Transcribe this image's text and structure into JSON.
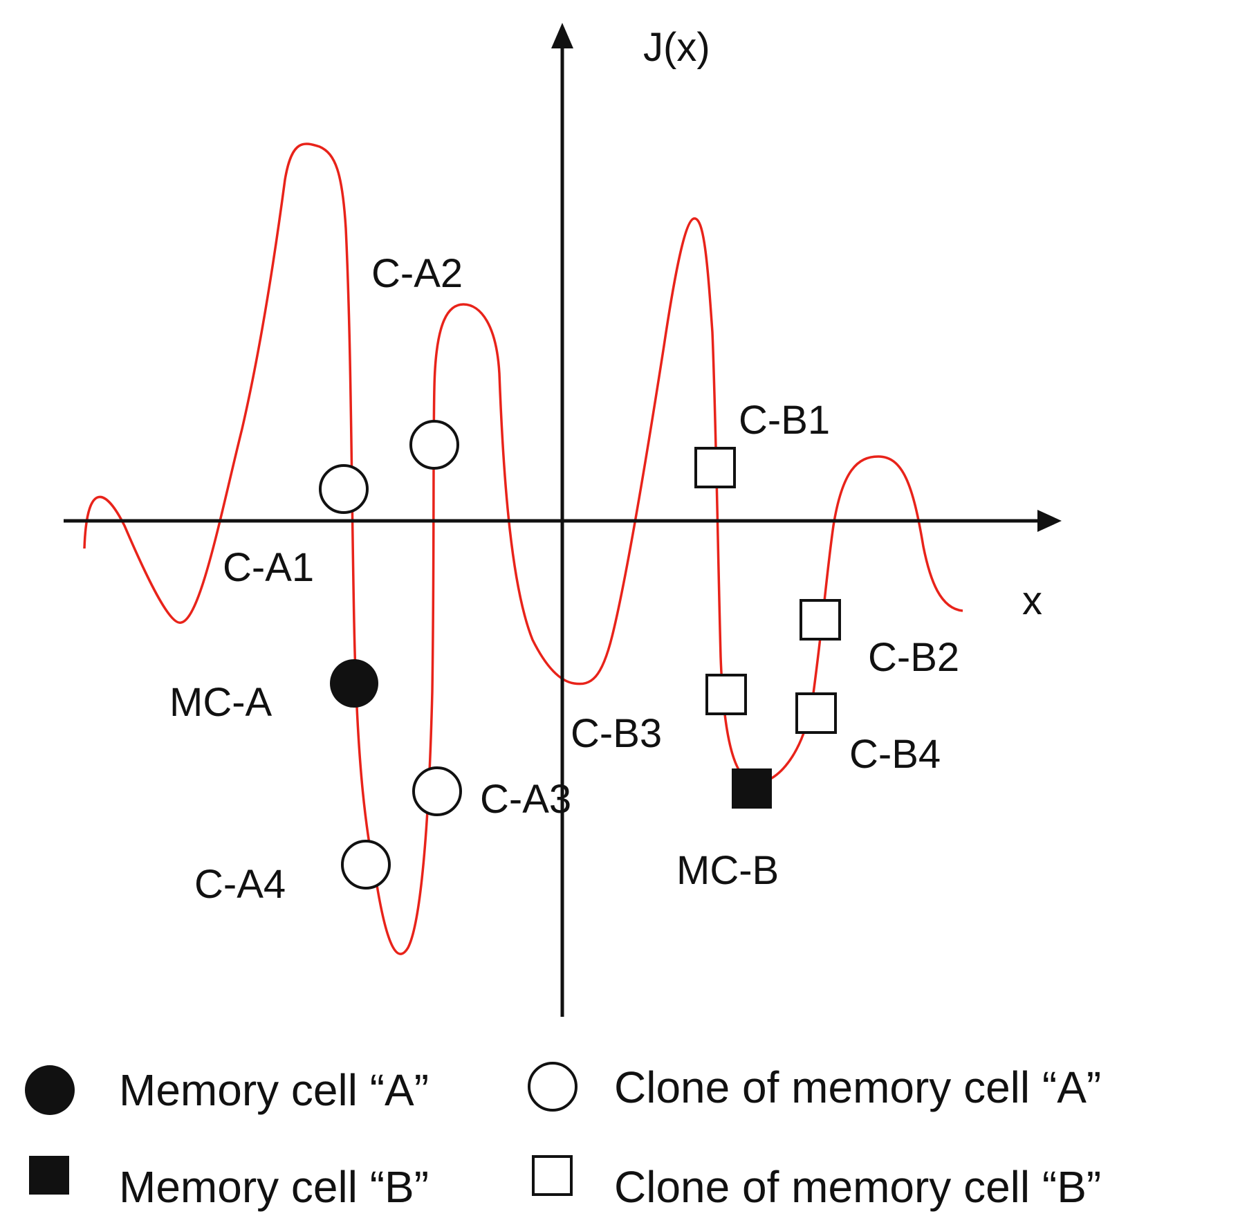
{
  "axes": {
    "y_label": "J(x)",
    "x_label": "x"
  },
  "points": [
    {
      "id": "C-A1",
      "label": "C-A1",
      "kind": "clone-a"
    },
    {
      "id": "C-A2",
      "label": "C-A2",
      "kind": "clone-a"
    },
    {
      "id": "C-A3",
      "label": "C-A3",
      "kind": "clone-a"
    },
    {
      "id": "C-A4",
      "label": "C-A4",
      "kind": "clone-a"
    },
    {
      "id": "MC-A",
      "label": "MC-A",
      "kind": "memory-a"
    },
    {
      "id": "C-B1",
      "label": "C-B1",
      "kind": "clone-b"
    },
    {
      "id": "C-B2",
      "label": "C-B2",
      "kind": "clone-b"
    },
    {
      "id": "C-B3",
      "label": "C-B3",
      "kind": "clone-b"
    },
    {
      "id": "C-B4",
      "label": "C-B4",
      "kind": "clone-b"
    },
    {
      "id": "MC-B",
      "label": "MC-B",
      "kind": "memory-b"
    }
  ],
  "legend": [
    {
      "marker": "filled-circle",
      "text": "Memory cell “A”"
    },
    {
      "marker": "open-circle",
      "text": "Clone of memory cell “A”"
    },
    {
      "marker": "filled-square",
      "text": "Memory cell “B”"
    },
    {
      "marker": "open-square",
      "text": "Clone of memory cell “B”"
    }
  ],
  "colors": {
    "curve": "#e8231a",
    "axis": "#111111",
    "marker": "#111111",
    "background": "#ffffff"
  }
}
